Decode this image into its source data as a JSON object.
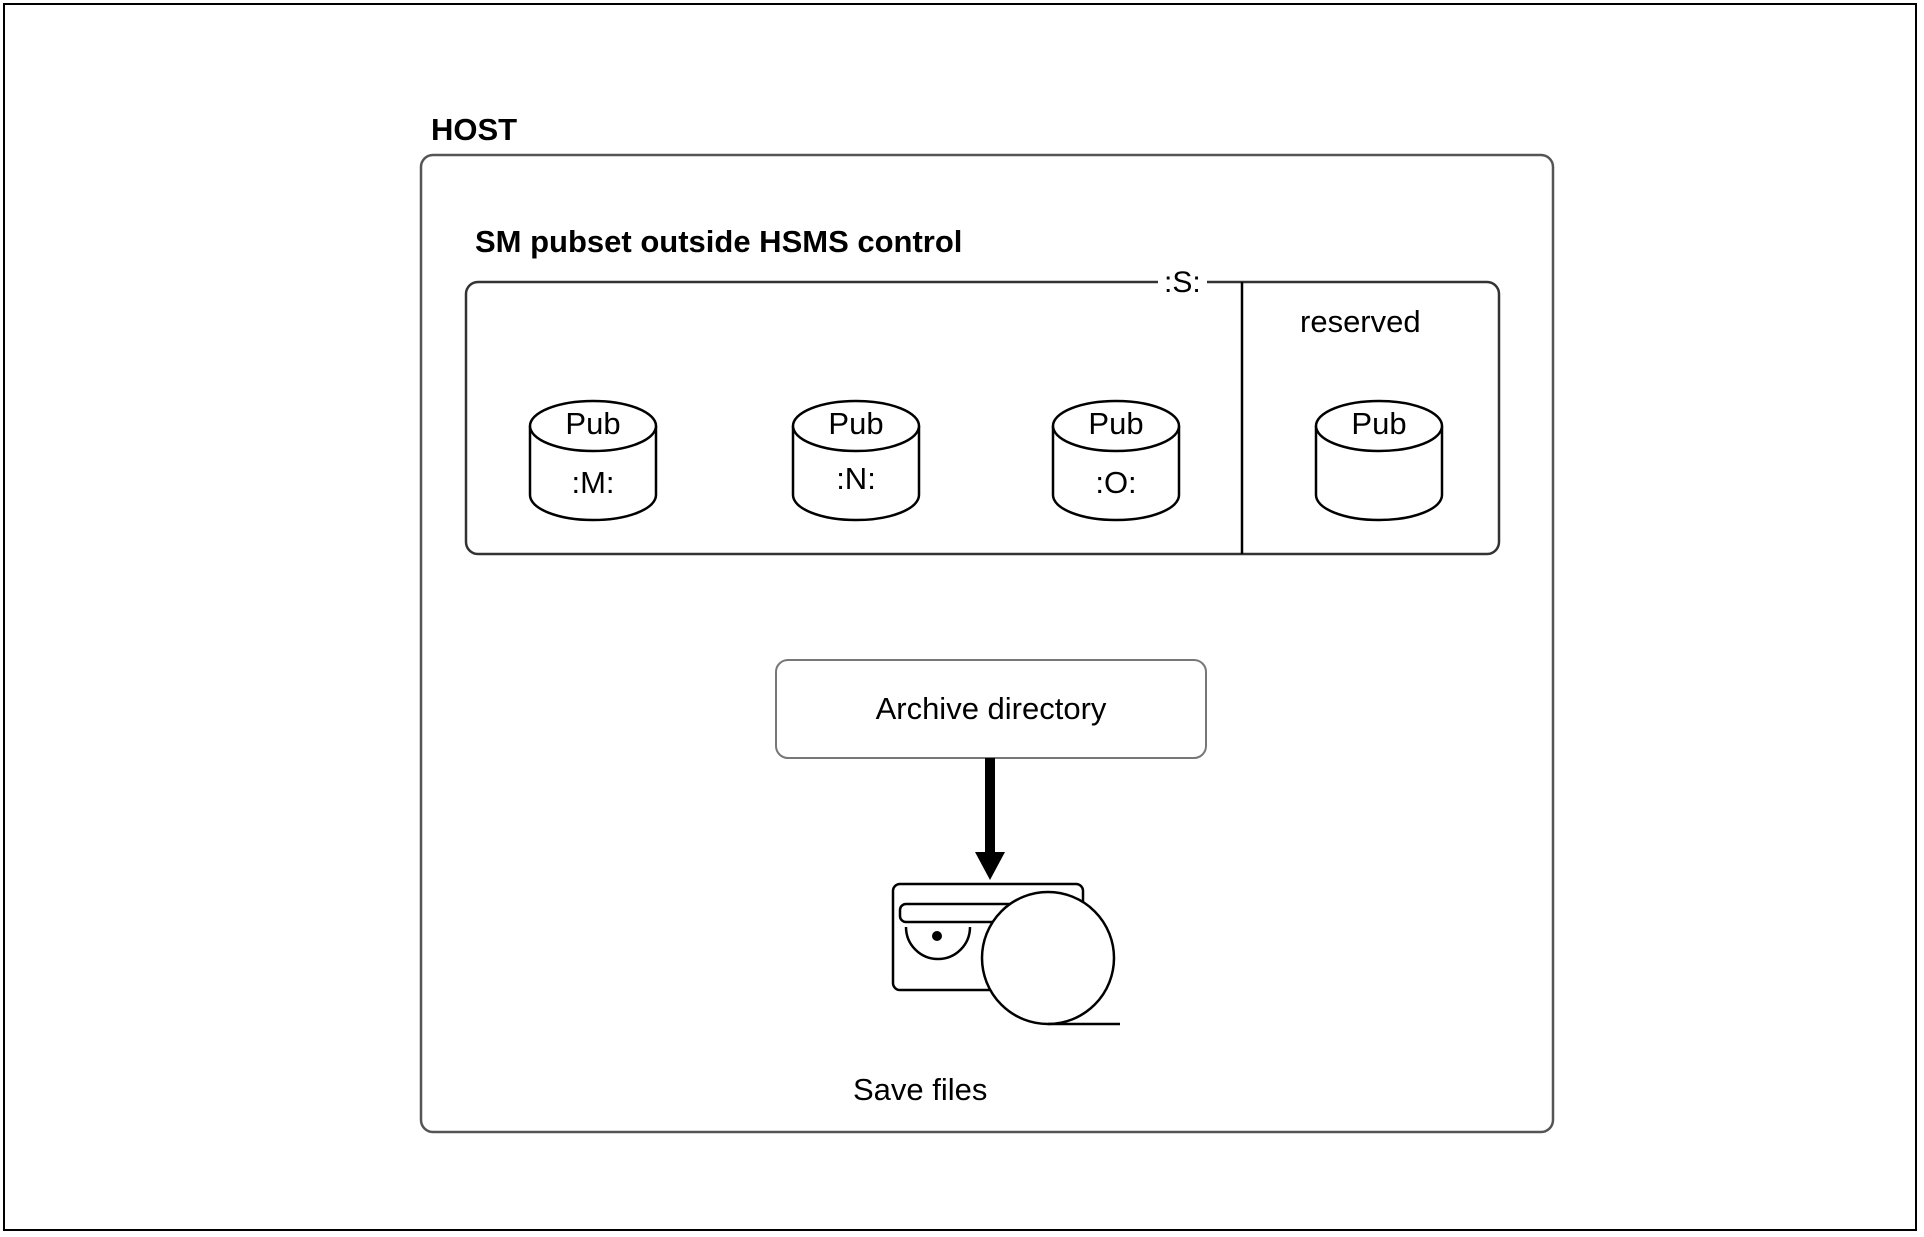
{
  "diagram": {
    "host_label": "HOST",
    "pubset_title": "SM pubset outside HSMS control",
    "pubset_id": ":S:",
    "reserved_label": "reserved",
    "volumes": [
      {
        "top": "Pub",
        "label": ":M:"
      },
      {
        "top": "Pub",
        "label": ":N:"
      },
      {
        "top": "Pub",
        "label": ":O:"
      }
    ],
    "reserved_volume": {
      "top": "Pub",
      "label": ""
    },
    "archive_label": "Archive directory",
    "save_label": "Save files",
    "icons": [
      "disk-cylinder-icon",
      "arrow-down-icon",
      "tape-drive-icon"
    ]
  }
}
